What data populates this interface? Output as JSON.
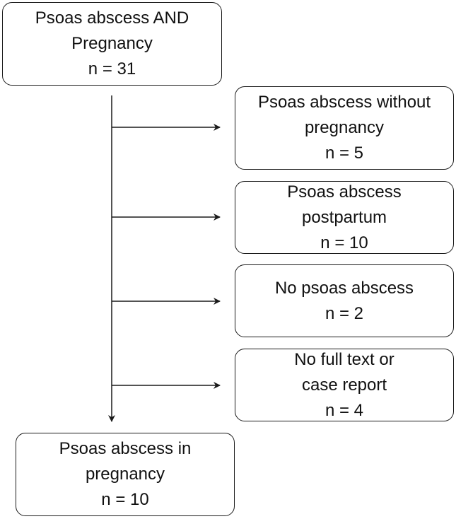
{
  "flowchart": {
    "start": {
      "lines": [
        "Psoas abscess AND",
        "Pregnancy",
        "n = 31"
      ]
    },
    "exclusions": [
      {
        "lines": [
          "Psoas abscess without",
          "pregnancy",
          "n = 5"
        ]
      },
      {
        "lines": [
          "Psoas abscess",
          "postpartum",
          "n = 10"
        ]
      },
      {
        "lines": [
          "No psoas abscess",
          "n = 2"
        ]
      },
      {
        "lines": [
          "No full text or",
          "case report",
          "n = 4"
        ]
      }
    ],
    "final": {
      "lines": [
        "Psoas abscess in",
        "pregnancy",
        "n = 10"
      ]
    }
  }
}
